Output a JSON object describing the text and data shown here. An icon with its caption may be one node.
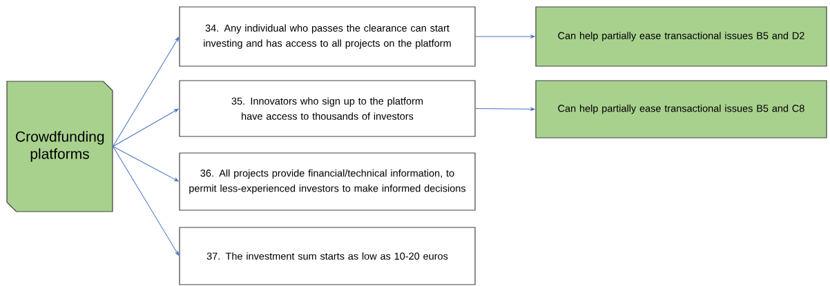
{
  "diagram": {
    "nodes": [
      {
        "text": [
          "Crowdfunding platforms"
        ]
      },
      {
        "text": [
          "34. Any individual who passes the clearance can start investing and has access to all projects on the platform"
        ]
      },
      {
        "text": [
          "35. Innovators who sign up to the platform have access to thousands of investors"
        ]
      },
      {
        "text": [
          "36. All projects provide financial/technical information, to permit less-experienced investors to make informed decisions"
        ]
      },
      {
        "text": [
          "37. The investment sum starts as low as 10-20 euros"
        ]
      },
      {
        "text": [
          "Can help partially ease transactional issues B5 and D2"
        ]
      },
      {
        "text": [
          "Can help partially ease transactional issues B5 and C8"
        ]
      }
    ],
    "edges": [
      {
        "from": 0,
        "to": 1,
        "arrow": "to"
      },
      {
        "from": 0,
        "to": 2,
        "arrow": "to"
      },
      {
        "from": 0,
        "to": 3,
        "arrow": "to"
      },
      {
        "from": 0,
        "to": 4,
        "arrow": "to"
      },
      {
        "from": 1,
        "to": 5,
        "arrow": "to"
      },
      {
        "from": 2,
        "to": 6,
        "arrow": "to"
      }
    ]
  }
}
